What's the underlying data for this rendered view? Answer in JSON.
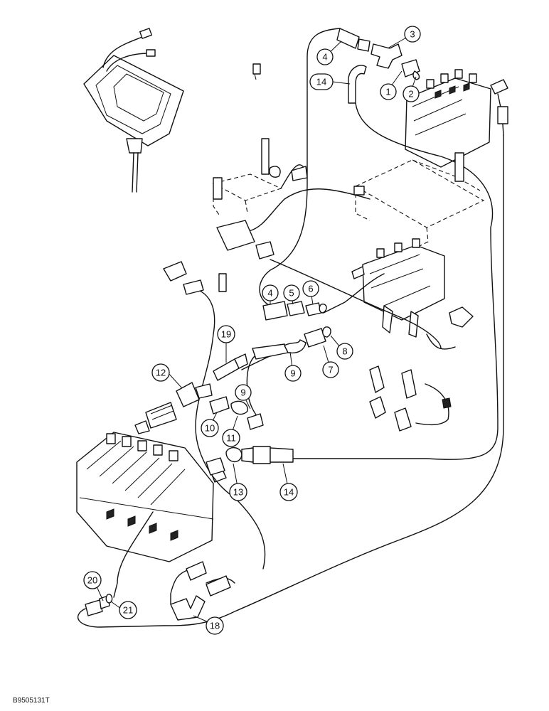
{
  "callouts": {
    "c1": "1",
    "c2": "2",
    "c3": "3",
    "c4a": "4",
    "c14a": "14",
    "c4b": "4",
    "c5": "5",
    "c6": "6",
    "c7": "7",
    "c8": "8",
    "c9a": "9",
    "c9b": "9",
    "c19": "19",
    "c12": "12",
    "c10": "10",
    "c11": "11",
    "c13": "13",
    "c14b": "14",
    "c20": "20",
    "c21": "21",
    "c18": "18"
  },
  "figure_code": "B950513​1T",
  "icons": {
    "valve_bank": "valve-bank-icon",
    "control_panel": "control-panel-icon",
    "fitting": "fitting-icon",
    "hose": "hose-icon"
  }
}
